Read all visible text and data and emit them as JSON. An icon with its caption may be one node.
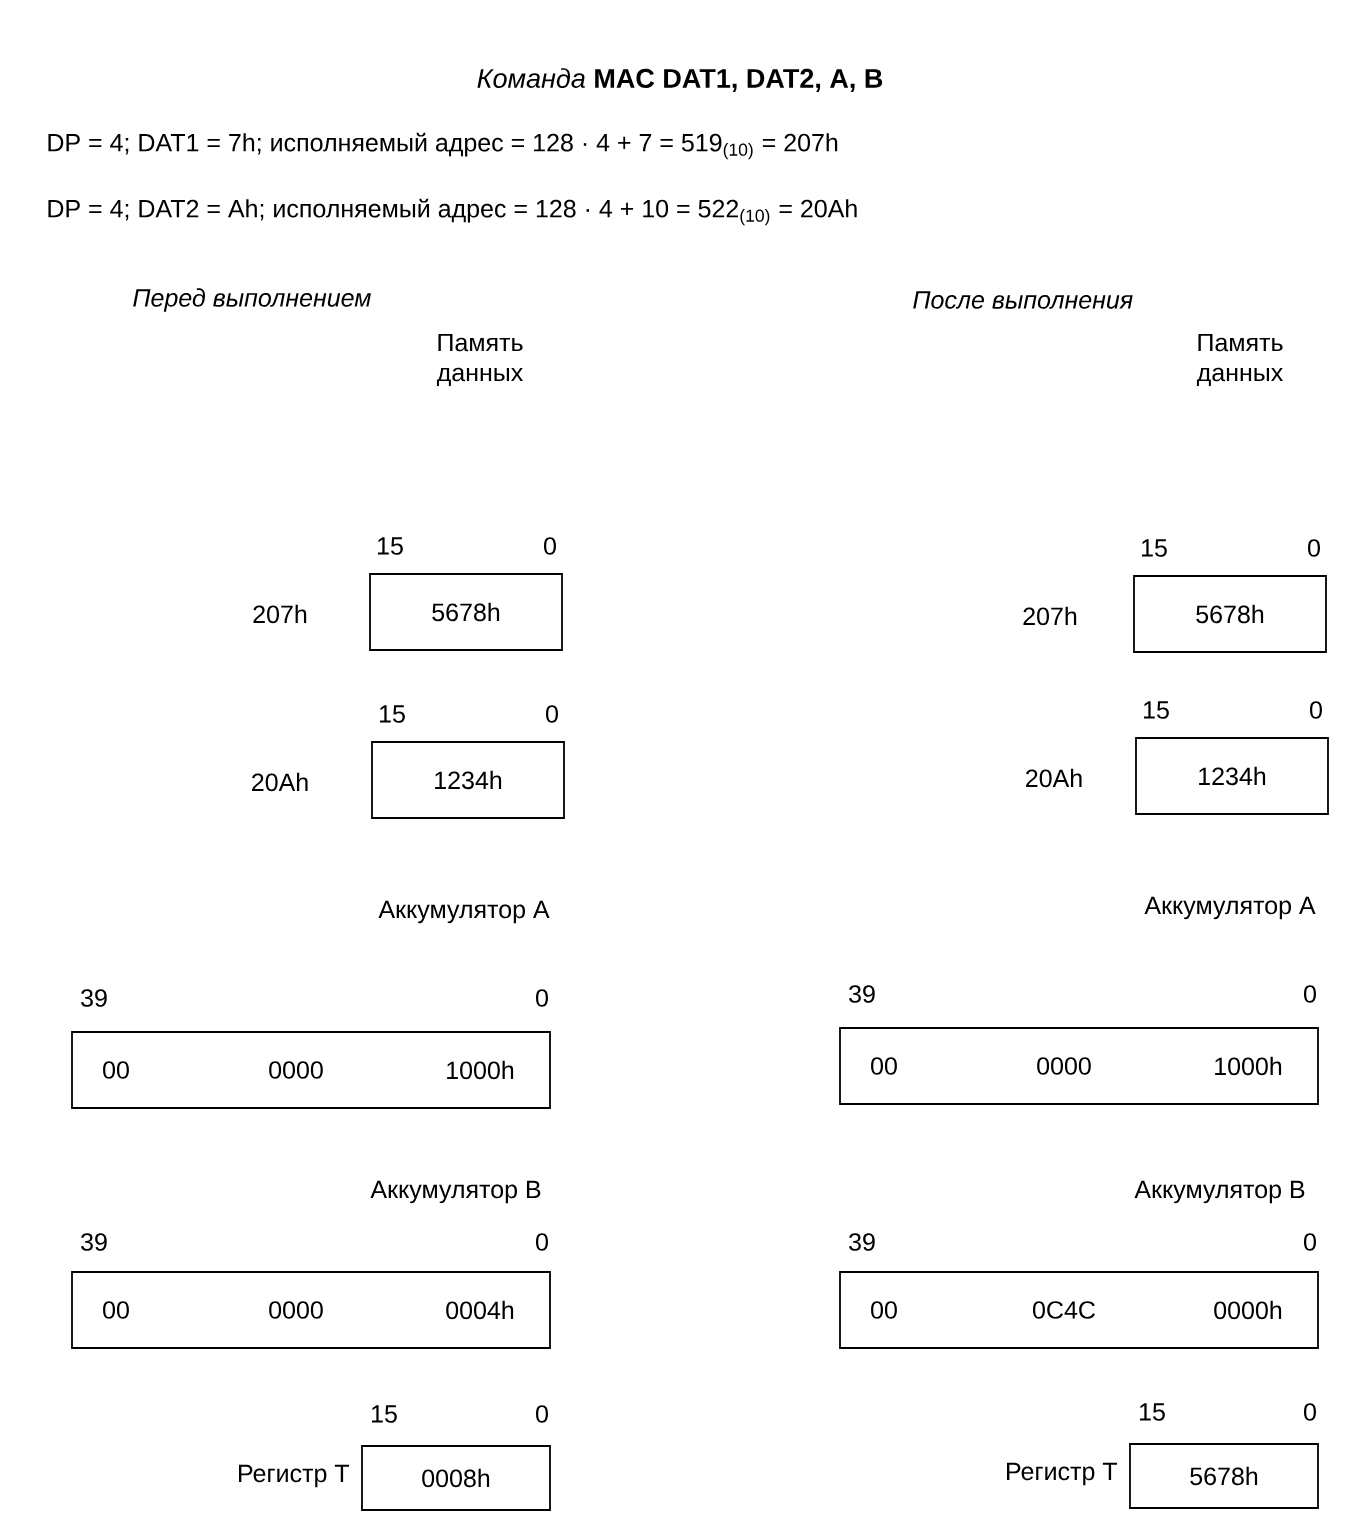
{
  "diagram": {
    "title": "*Команда* **MAC DAT1, DAT2, A, B**",
    "nodes": [
      {
        "text": [
          "5678h"
        ],
        "beside": [
          "15",
          "0",
          "207h"
        ]
      },
      {
        "text": [
          "1234h"
        ],
        "beside": [
          "15",
          "0",
          "20Ah"
        ]
      },
      {
        "text": [
          "00",
          "0000",
          "1000h"
        ],
        "beside": [
          "Аккумулятор A",
          "39",
          "0"
        ]
      },
      {
        "text": [
          "00",
          "0000",
          "0004h"
        ],
        "beside": [
          "Аккумулятор B",
          "39",
          "0"
        ]
      },
      {
        "text": [
          "0008h"
        ],
        "beside": [
          "15",
          "0",
          "Регистр T"
        ]
      },
      {
        "text": [
          "5678h"
        ],
        "beside": [
          "15",
          "0",
          "207h"
        ]
      },
      {
        "text": [
          "1234h"
        ],
        "beside": [
          "15",
          "0",
          "20Ah"
        ]
      },
      {
        "text": [
          "00",
          "0000",
          "1000h"
        ],
        "beside": [
          "Аккумулятор A",
          "39",
          "0"
        ]
      },
      {
        "text": [
          "00",
          "0C4C",
          "0000h"
        ],
        "beside": [
          "Аккумулятор B",
          "39",
          "0"
        ]
      },
      {
        "text": [
          "5678h"
        ],
        "beside": [
          "15",
          "0",
          "Регистр T"
        ]
      }
    ],
    "labels": [
      "DP = 4; DAT1 = 7h; исполняемый адрес = 128 · 4 + 7 = 519$_{(10)}$ = 207h",
      "DP = 4; DAT2 = Ah; исполняемый адрес = 128 · 4 + 10 = 522$_{(10)}$ = 20Ah",
      "Перед выполнением",
      "После выполнения",
      "Память данных",
      "Память данных"
    ]
  }
}
